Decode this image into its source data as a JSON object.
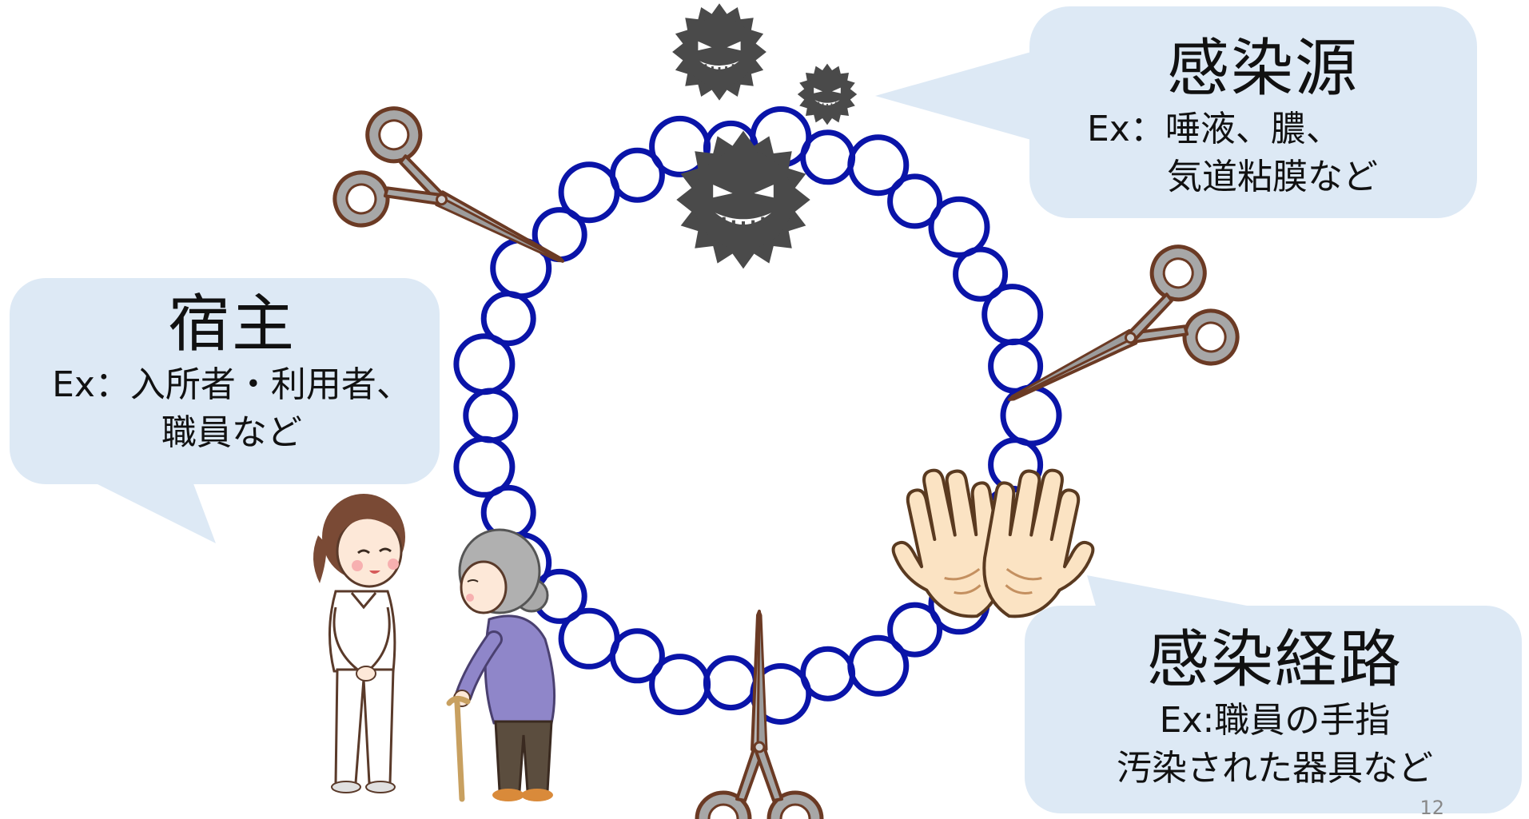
{
  "slide": {
    "page_number": "12"
  },
  "infection_source": {
    "title": "感染源",
    "line1": "Ex：唾液、膿、",
    "line2": "気道粘膜など"
  },
  "host": {
    "title": "宿主",
    "line1": "Ex：入所者・利用者、",
    "line2": "職員など"
  },
  "infection_route": {
    "title": "感染経路",
    "line1": "Ex:職員の手指",
    "line2": "汚染された器具など"
  },
  "colors": {
    "bubble_fill": "#dde9f5",
    "chain_link": "#0a14a8",
    "virus": "#4a4a4a",
    "scissors_outline": "#6b3a24",
    "scissors_fill": "#a7a7a7"
  },
  "icons": [
    "virus-icon",
    "scissors-icon",
    "hands-icon",
    "nurse-figure",
    "elderly-woman-figure"
  ]
}
